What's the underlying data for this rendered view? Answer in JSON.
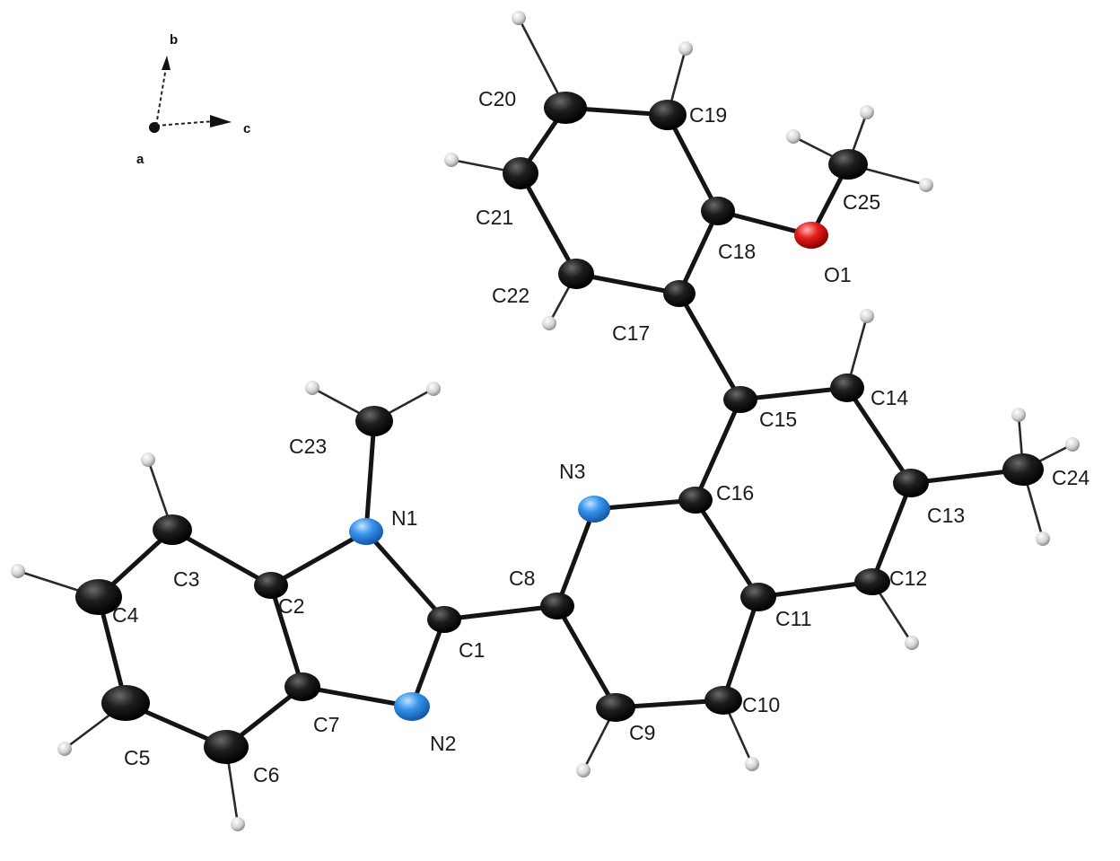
{
  "colors": {
    "carbon": "#111111",
    "nitrogen": "#2b8be6",
    "oxygen": "#e01818",
    "hydrogen": "#d8d8d8"
  },
  "axes": {
    "a": "a",
    "b": "b",
    "c": "c"
  },
  "atoms": {
    "C1": "C1",
    "C2": "C2",
    "C3": "C3",
    "C4": "C4",
    "C5": "C5",
    "C6": "C6",
    "C7": "C7",
    "C8": "C8",
    "C9": "C9",
    "C10": "C10",
    "C11": "C11",
    "C12": "C12",
    "C13": "C13",
    "C14": "C14",
    "C15": "C15",
    "C16": "C16",
    "C17": "C17",
    "C18": "C18",
    "C19": "C19",
    "C20": "C20",
    "C21": "C21",
    "C22": "C22",
    "C23": "C23",
    "C24": "C24",
    "C25": "C25",
    "N1": "N1",
    "N2": "N2",
    "N3": "N3",
    "O1": "O1"
  }
}
